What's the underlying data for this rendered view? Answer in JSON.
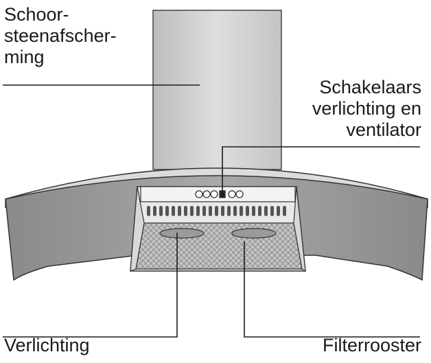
{
  "labels": {
    "chimney_line1": "Schoor-",
    "chimney_line2": "steenafscher-",
    "chimney_line3": "ming",
    "switches_line1": "Schakelaars",
    "switches_line2": "verlichting en",
    "switches_line3": "ventilator",
    "lighting": "Verlichting",
    "filter": "Filterrooster"
  },
  "colors": {
    "outline": "#333333",
    "chimney_fill": "#d4d4d4",
    "canopy_front": "#9c9c9c",
    "canopy_top": "#dcdcdc",
    "panel_fill": "#ececec",
    "filter_fill": "#bdbdbd"
  }
}
